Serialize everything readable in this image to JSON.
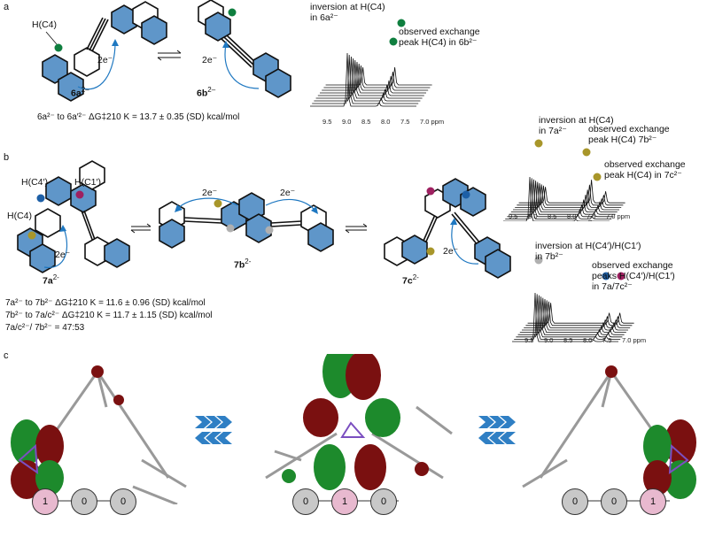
{
  "panels": {
    "a": {
      "letter": "a",
      "mol_left_label": "6a",
      "mol_left_sup": "2–",
      "mol_right_label": "6b",
      "mol_right_sup": "2–",
      "h_label": "H(C4)",
      "electron_label": "2e⁻",
      "equation": "6a²⁻ to 6a′²⁻ ΔG‡210 K = 13.7 ±  0.35 (SD) kcal/mol",
      "nmr_inversion_l1": "inversion at H(C4)",
      "nmr_inversion_l2": "in 6a²⁻",
      "nmr_exchange_l1": "observed exchange",
      "nmr_exchange_l2": "peak H(C4) in 6b²⁻",
      "ticks": [
        "9.5",
        "9.0",
        "8.5",
        "8.0",
        "7.5",
        "7.0 ppm"
      ]
    },
    "b": {
      "letter": "b",
      "h_c4p": "H(C4′)",
      "h_c1p": "H(C1′)",
      "h_c4": "H(C4)",
      "electron_label": "2e⁻",
      "mol_7a": "7a",
      "mol_7b": "7b",
      "mol_7c": "7c",
      "sup": "2-",
      "eq1": "7a²⁻ to 7b²⁻      ΔG‡210 K = 11.6 ± 0.96 (SD) kcal/mol",
      "eq2": "7b²⁻ to 7a/c²⁻   ΔG‡210 K = 11.7 ± 1.15 (SD) kcal/mol",
      "eq3": "7a/c²⁻/ 7b²⁻ = 47:53",
      "nmr1_inv_l1": "inversion at H(C4)",
      "nmr1_inv_l2": "in 7a²⁻",
      "nmr1_ex1_l1": "observed exchange",
      "nmr1_ex1_l2": "peak H(C4) 7b²⁻",
      "nmr1_ex2_l1": "observed exchange",
      "nmr1_ex2_l2": "peak H(C4) in 7c²⁻",
      "nmr2_inv_l1": "inversion at H(C4′)/H(C1′)",
      "nmr2_inv_l2": "in 7b²⁻",
      "nmr2_ex_l1": "observed exchange",
      "nmr2_ex_l2": "peaks H(C4′)/H(C1′)",
      "nmr2_ex_l3": "in 7a/7c²⁻",
      "ticks": [
        "9.5",
        "9.0",
        "8.5",
        "8.0",
        "7.5",
        "7.0 ppm"
      ]
    },
    "c": {
      "letter": "c",
      "nodes_left": [
        "1",
        "0",
        "0"
      ],
      "nodes_mid": [
        "0",
        "1",
        "0"
      ],
      "nodes_right": [
        "0",
        "0",
        "1"
      ]
    }
  },
  "colors": {
    "green_dot": "#0f7f3f",
    "olive_dot": "#a8962a",
    "blue_dot": "#1d5fa6",
    "magenta_dot": "#9e2060",
    "grey_dot": "#b0b0b0",
    "ring_fill": "#5f96c9",
    "arrow_blue": "#1f78c1",
    "orbital_red": "#7a1010",
    "orbital_green": "#1d8a2c",
    "node_pink": "#e8b9cf"
  }
}
